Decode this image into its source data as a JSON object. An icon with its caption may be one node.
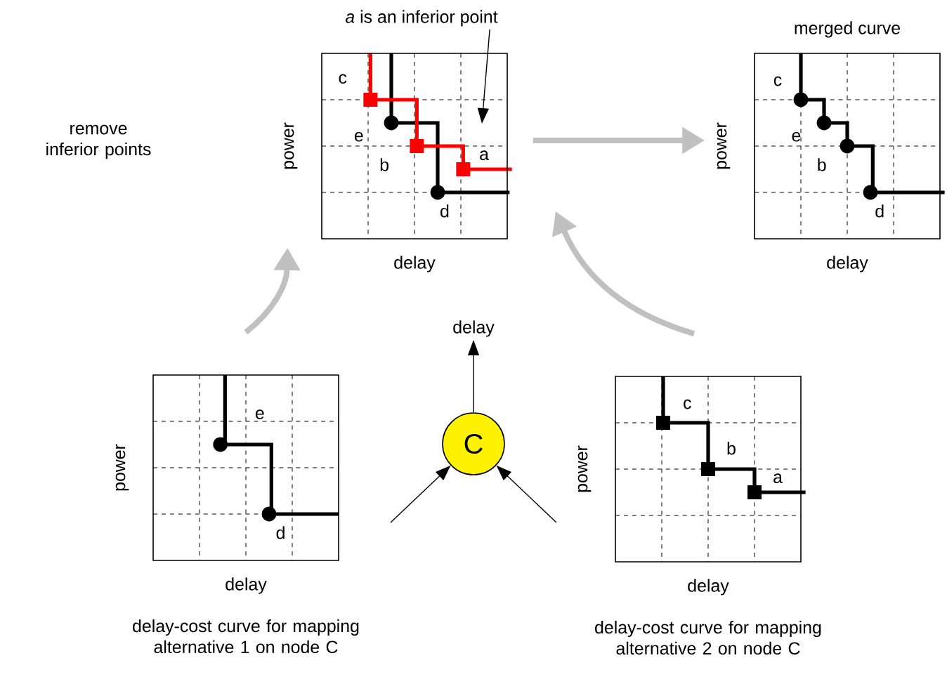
{
  "diagram": {
    "nodes": [
      {
        "text": [
          "*a* is an inferior point"
        ]
      },
      {
        "text": [
          "power",
          "delay",
          "c",
          "e",
          "b",
          "a",
          "d"
        ]
      },
      {
        "text": [
          "merged curve",
          "power",
          "delay",
          "c",
          "e",
          "b",
          "d"
        ]
      },
      {
        "text": [
          "delay"
        ]
      },
      {
        "text": [
          "power",
          "delay",
          "e",
          "d"
        ],
        "beside": [
          "delay-cost curve for mapping alternative 1 on node C"
        ]
      },
      {
        "text": [
          "C"
        ]
      },
      {
        "text": [
          "power",
          "delay",
          "c",
          "b",
          "a"
        ],
        "beside": [
          "delay-cost curve for mapping alternative 2 on node C"
        ]
      }
    ],
    "edges": [
      {
        "from": 0,
        "to": 1,
        "arrow": "to"
      },
      {
        "from": 1,
        "to": 2,
        "arrow": "to",
        "style": "thick",
        "color": "#c0c0c0"
      },
      {
        "from": 4,
        "to": 1,
        "arrow": "to",
        "style": "thick",
        "color": "#c0c0c0"
      },
      {
        "from": 6,
        "to": 1,
        "arrow": "to",
        "style": "thick",
        "color": "#c0c0c0"
      },
      {
        "from": 5,
        "to": 3,
        "arrow": "to"
      },
      {
        "from": null,
        "to": 5,
        "arrow": "to"
      },
      {
        "from": null,
        "to": 5,
        "arrow": "to"
      }
    ],
    "labels": [
      "remove inferior points"
    ]
  }
}
